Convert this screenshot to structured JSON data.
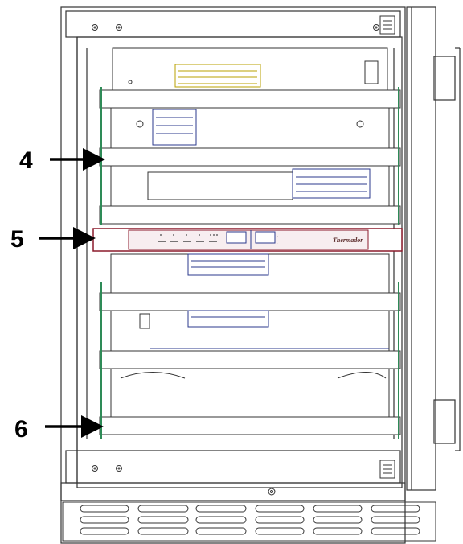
{
  "diagram": {
    "callouts": [
      {
        "id": "callout-4",
        "number": "4"
      },
      {
        "id": "callout-5",
        "number": "5"
      },
      {
        "id": "callout-6",
        "number": "6"
      }
    ],
    "control_panel": {
      "brand": "Thermador"
    },
    "colors": {
      "line": "#333333",
      "shelf_accent": "#2e8b57",
      "panel_accent": "#8b1a2b",
      "vent": "#2b3a8c",
      "arrow": "#000000"
    }
  }
}
